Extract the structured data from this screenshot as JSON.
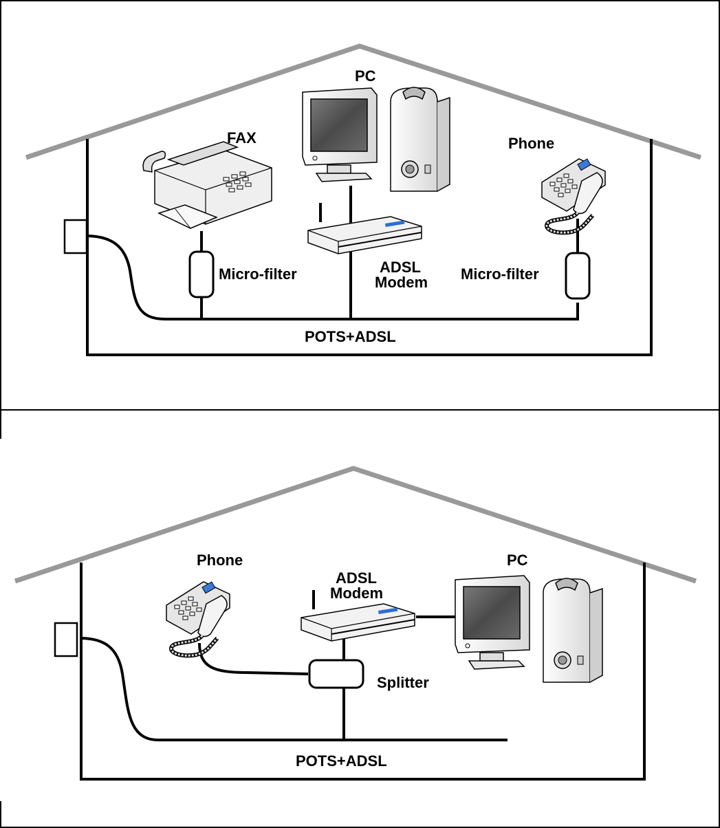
{
  "diagram_top": {
    "labels": {
      "pc": "PC",
      "fax": "FAX",
      "phone": "Phone",
      "filter_left": "Micro-filter",
      "filter_right": "Micro-filter",
      "modem_line1": "ADSL",
      "modem_line2": "Modem",
      "line": "POTS+ADSL"
    },
    "icons": [
      "house-roof",
      "wall-jack-icon",
      "fax-machine-icon",
      "pc-monitor-icon",
      "pc-tower-icon",
      "adsl-modem-icon",
      "telephone-icon",
      "micro-filter-icon"
    ]
  },
  "diagram_bottom": {
    "labels": {
      "phone": "Phone",
      "pc": "PC",
      "modem_line1": "ADSL",
      "modem_line2": "Modem",
      "splitter": "Splitter",
      "line": "POTS+ADSL"
    },
    "icons": [
      "house-roof",
      "wall-jack-icon",
      "telephone-icon",
      "adsl-modem-icon",
      "pc-monitor-icon",
      "pc-tower-icon",
      "splitter-icon"
    ]
  },
  "colors": {
    "roof": "#999999",
    "wire": "#000000",
    "device_body": "#eeeeee",
    "screen": "#555555",
    "modem_accent": "#2a6fd6"
  }
}
